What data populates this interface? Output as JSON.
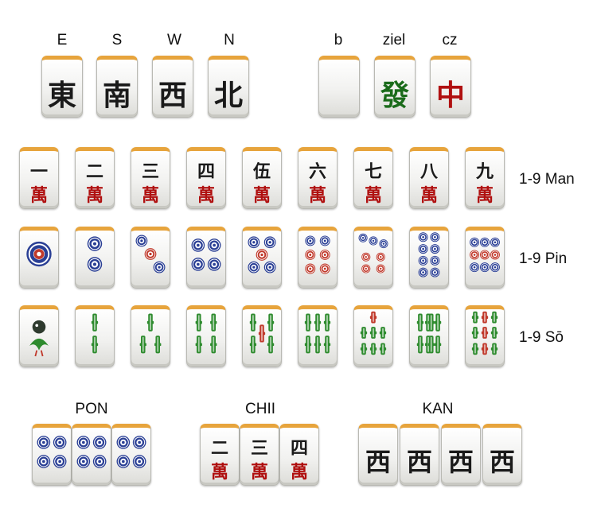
{
  "honor_labels": [
    "E",
    "S",
    "W",
    "N",
    "b",
    "ziel",
    "cz"
  ],
  "honor_tiles": [
    {
      "name": "east-wind-tile",
      "glyph": "東",
      "color": "#1a1a1a"
    },
    {
      "name": "south-wind-tile",
      "glyph": "南",
      "color": "#1a1a1a"
    },
    {
      "name": "west-wind-tile",
      "glyph": "西",
      "color": "#1a1a1a"
    },
    {
      "name": "north-wind-tile",
      "glyph": "北",
      "color": "#1a1a1a"
    },
    {
      "name": "white-dragon-tile",
      "glyph": "",
      "color": "#1a1a1a"
    },
    {
      "name": "green-dragon-tile",
      "glyph": "發",
      "color": "#1a6b1a"
    },
    {
      "name": "red-dragon-tile",
      "glyph": "中",
      "color": "#b01010"
    }
  ],
  "row_labels": {
    "man": "1-9 Man",
    "pin": "1-9 Pin",
    "so": "1-9 Sō"
  },
  "man_numerals": [
    "一",
    "二",
    "三",
    "四",
    "伍",
    "六",
    "七",
    "八",
    "九"
  ],
  "man_suit_glyph": "萬",
  "meld_labels": {
    "pon": "PON",
    "chii": "CHII",
    "kan": "KAN"
  },
  "meld_pon": {
    "suit": "pin",
    "rank": 4,
    "count": 3
  },
  "meld_chii": {
    "suit": "man",
    "ranks": [
      2,
      3,
      4
    ]
  },
  "meld_kan": {
    "glyph": "西",
    "count": 4
  },
  "colors": {
    "tile_top": "#e7a43c",
    "pin_blue": "#2a3f95",
    "pin_red": "#c0392b",
    "bamboo_green": "#2e8b2e",
    "man_red": "#b01010"
  }
}
